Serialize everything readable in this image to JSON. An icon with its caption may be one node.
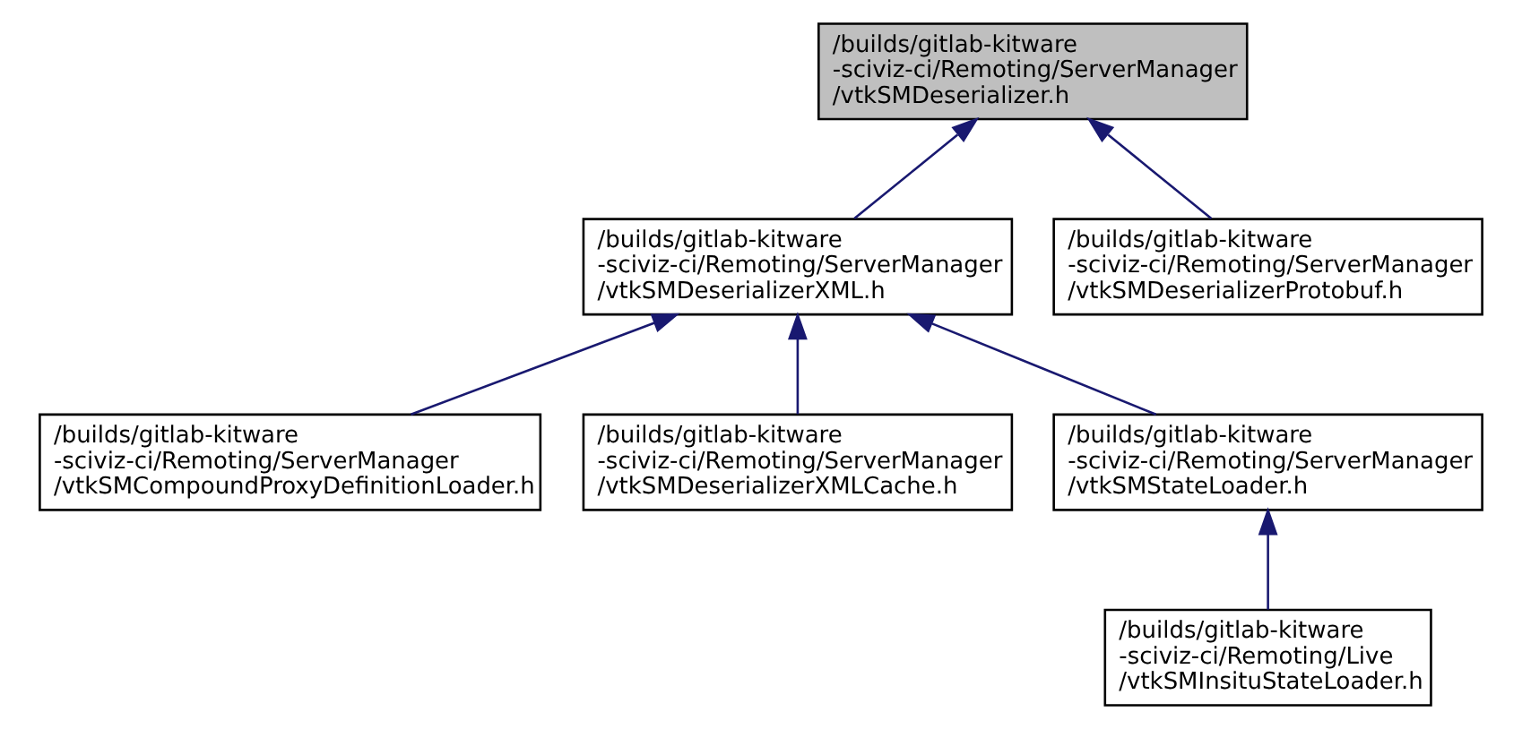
{
  "diagram": {
    "nodes": [
      {
        "text": [
          "/builds/gitlab-kitware -sciviz-ci/Remoting/ServerManager /vtkSMDeserializer.h"
        ]
      },
      {
        "text": [
          "/builds/gitlab-kitware -sciviz-ci/Remoting/ServerManager /vtkSMDeserializerXML.h"
        ]
      },
      {
        "text": [
          "/builds/gitlab-kitware -sciviz-ci/Remoting/ServerManager /vtkSMDeserializerProtobuf.h"
        ]
      },
      {
        "text": [
          "/builds/gitlab-kitware -sciviz-ci/Remoting/ServerManager /vtkSMCompoundProxyDefinitionLoader.h"
        ]
      },
      {
        "text": [
          "/builds/gitlab-kitware -sciviz-ci/Remoting/ServerManager /vtkSMDeserializerXMLCache.h"
        ]
      },
      {
        "text": [
          "/builds/gitlab-kitware -sciviz-ci/Remoting/ServerManager /vtkSMStateLoader.h"
        ]
      },
      {
        "text": [
          "/builds/gitlab-kitware -sciviz-ci/Remoting/Live /vtkSMInsituStateLoader.h"
        ]
      }
    ],
    "edges": [
      {
        "from": 1,
        "to": 0,
        "arrow": "to"
      },
      {
        "from": 2,
        "to": 0,
        "arrow": "to"
      },
      {
        "from": 3,
        "to": 1,
        "arrow": "to"
      },
      {
        "from": 4,
        "to": 1,
        "arrow": "to"
      },
      {
        "from": 5,
        "to": 1,
        "arrow": "to"
      },
      {
        "from": 6,
        "to": 5,
        "arrow": "to"
      }
    ]
  }
}
